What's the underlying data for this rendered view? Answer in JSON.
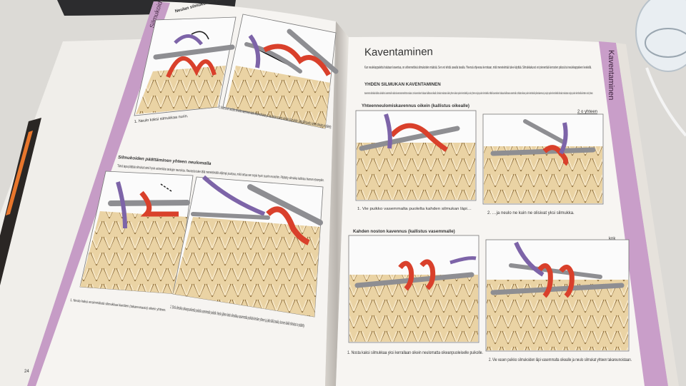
{
  "left_page": {
    "side_tab": "Silmukoiden päättäminen",
    "top_heading": "Neulan silmukoiden päättäminen yhteen",
    "caption_1": "1. Neulo kaksi silmukkaa nurin.",
    "caption_2": "2. Nosta ensin neulottu silmukka vasemman käsiin toisen silmukan yli. Vain toinen neulottu silmukka jää puikolle. Jatka tällä tavalla, kunnes silmukat on päätetty.",
    "section_heading": "Silmukoiden päättäminen yhteen neulomalla",
    "section_intro": "Tämä tapa päättää silmukat toimii hyvin esimerkiksi taskujen reunoissa. Reunasta tulee tällä menetelmällä väljempi joustava, mikä antaa sen sopia hyvin suoriin reunoihin. Päätetty silmukka kallistuu hieman eteenpäin.",
    "caption_3": "1. Neulo kaksi ensimmäistä silmukkaa kiertäen (takareunasta) oikein yhteen.",
    "caption_4": "2. Siirrä silmukka oikeanpuoleisella puikolla vasemmalle puikolle. Neulo jälleen kaksi silmukkaa vasemmalta puikolta kiertäen yhteen ja jatka tällä tavalla, kunnes kaikki silmukat on päätetty.",
    "page_number": "24"
  },
  "right_page": {
    "side_tab": "Kaventaminen",
    "title": "Kaventaminen",
    "intro": "Kun neulekappaletta halutaan kaventaa, on vähennettävä silmukoiden määrää. Sen voi tehdä usealla tavalla. Yleensä ohjeessa kerrotaan, mitä menetelmää tulee käyttää. Silmukkakuvut voi pienentää kerrosten päissä tai neulekappaleen keskellä.",
    "section_heading": "YHDEN SILMUKAN KAVENTAMINEN",
    "section_text": "Kavennettu silmukka kallistuu oikealle tai vasemmalle valitun kavennusmenetelmän mukaan. Jos kavennuksen halutaan kallistuvan oikealle, silmukat neulotaan oikein yhteen oikean puolen kerroksella ja nurin yhteen nurjan puolen kerroksella. Mikäli kavennuksen halutaan kallistuvan vasemmalle, tehdään oikean puolen kerroksella ylivetokavennus ja nurjan puolen kerroksella silmukat neulotaan nurjan puolen kerroksella kiertäen nurin yhteen.",
    "sub1_heading": "Yhteenneulomiskavennus oikein (kallistus oikealle)",
    "sub1_abbrev": "2 o yhteen",
    "caption_1": "1. Vie puikko vasemmalta puolelta kahden silmukan läpi…",
    "caption_2": "2. …ja neulo ne kuin ne olisivat yksi silmukka.",
    "sub2_heading": "Kahden noston kavennus (kallistus vasemmalle)",
    "sub2_abbrev": "knk",
    "caption_3": "1. Nosta kaksi silmukkaa yksi kerrallaan oikein neulomatta oikeanpuoleiselle puikolle.",
    "caption_4": "2. Vie vasen puikko silmukoiden läpi vasemmalta oikealle ja neulo silmukat yhteen takareunoistaan."
  },
  "colors": {
    "table": "#dcdad6",
    "paper": "#f5f3f0",
    "tab_purple": "#c49ac4",
    "yarn_beige": "#e8cf9e",
    "yarn_red": "#d9402b",
    "yarn_purple": "#7d64a8",
    "needle_gray": "#8e8e92"
  }
}
